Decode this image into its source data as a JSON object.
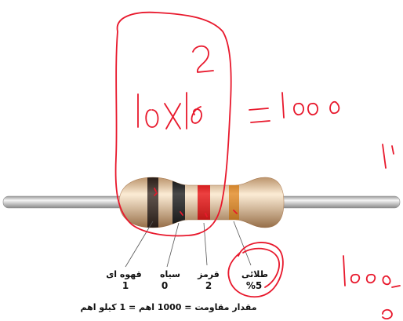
{
  "bands": [
    {
      "name": "قهوه ای",
      "value": "1",
      "color": "#2a1a12"
    },
    {
      "name": "سیاه",
      "value": "0",
      "color": "#0c0c0c"
    },
    {
      "name": "قرمز",
      "value": "2",
      "color": "#e60000"
    },
    {
      "name": "طلائی",
      "value": "%5",
      "color": "#e07f10"
    }
  ],
  "formula": "مقدار مقاومت = 1000 اهم = 1 کیلو اهم",
  "handwriting": {
    "expression": "10×10² = 1000",
    "right_value": "1000",
    "ink_color": "#e8182c"
  },
  "colors": {
    "body": "#f1cfa3",
    "lead": "#c8c8c8"
  }
}
